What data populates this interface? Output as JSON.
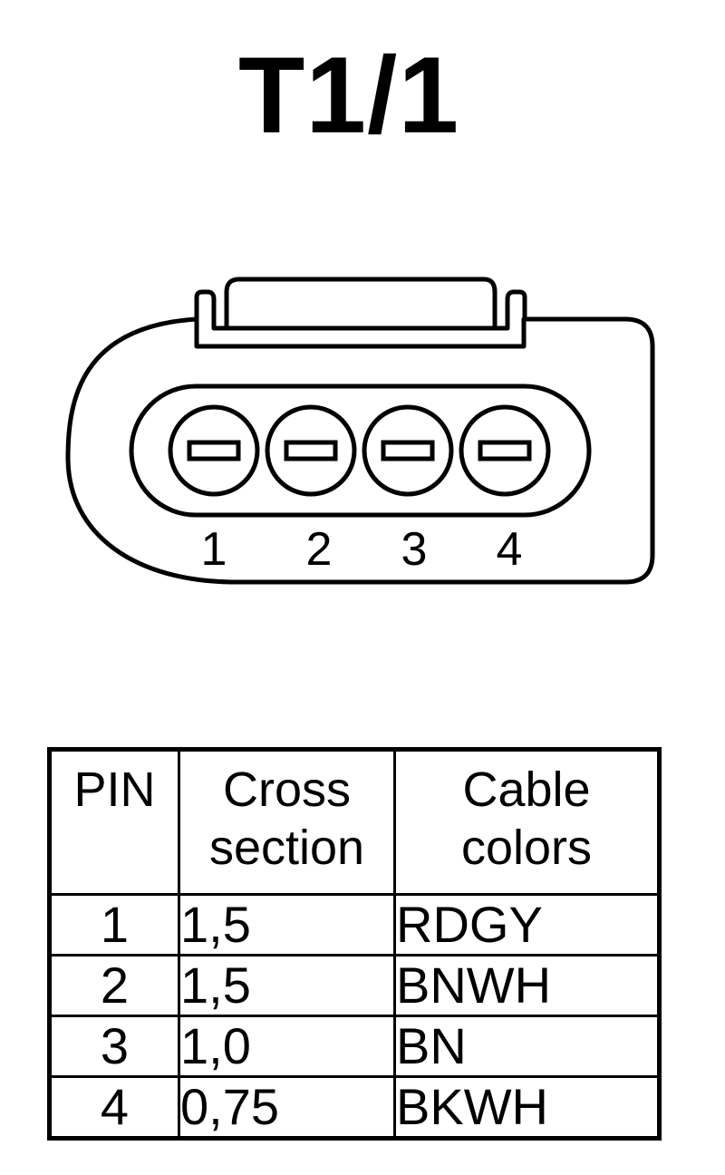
{
  "title": "T1/1",
  "connector": {
    "pins": [
      "1",
      "2",
      "3",
      "4"
    ]
  },
  "table": {
    "headers": {
      "pin": "PIN",
      "cross_line1": "Cross",
      "cross_line2": "section",
      "color_line1": "Cable",
      "color_line2": "colors"
    },
    "rows": [
      {
        "pin": "1",
        "cross": "1,5",
        "color": "RDGY"
      },
      {
        "pin": "2",
        "cross": "1,5",
        "color": "BNWH"
      },
      {
        "pin": "3",
        "cross": "1,0",
        "color": "BN"
      },
      {
        "pin": "4",
        "cross": "0,75",
        "color": "BKWH"
      }
    ]
  }
}
